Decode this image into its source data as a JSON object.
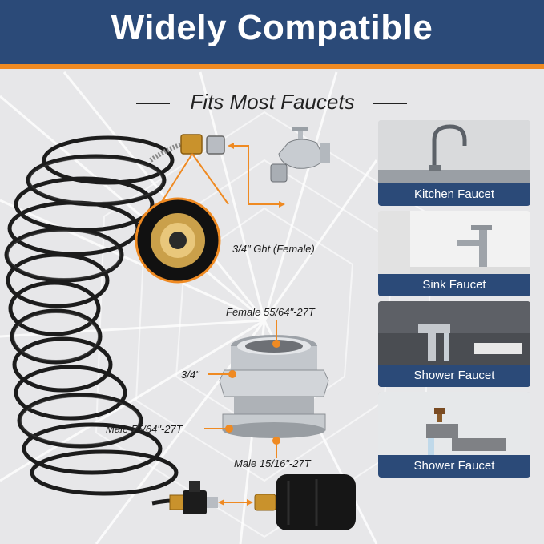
{
  "header": {
    "title": "Widely Compatible"
  },
  "subtitle": "Fits Most Faucets",
  "callouts": {
    "ght": "3/4\" Ght (Female)",
    "female": "Female 55/64\"-27T",
    "three_quarter": "3/4\"",
    "male_55": "Male 55/64\"-27T",
    "male_15": "Male 15/16\"-27T"
  },
  "cards": [
    {
      "label": "Kitchen Faucet"
    },
    {
      "label": "Sink Faucet"
    },
    {
      "label": "Shower Faucet"
    },
    {
      "label": "Shower Faucet"
    }
  ],
  "colors": {
    "header": "#2b4a78",
    "accent": "#ef8a22"
  }
}
